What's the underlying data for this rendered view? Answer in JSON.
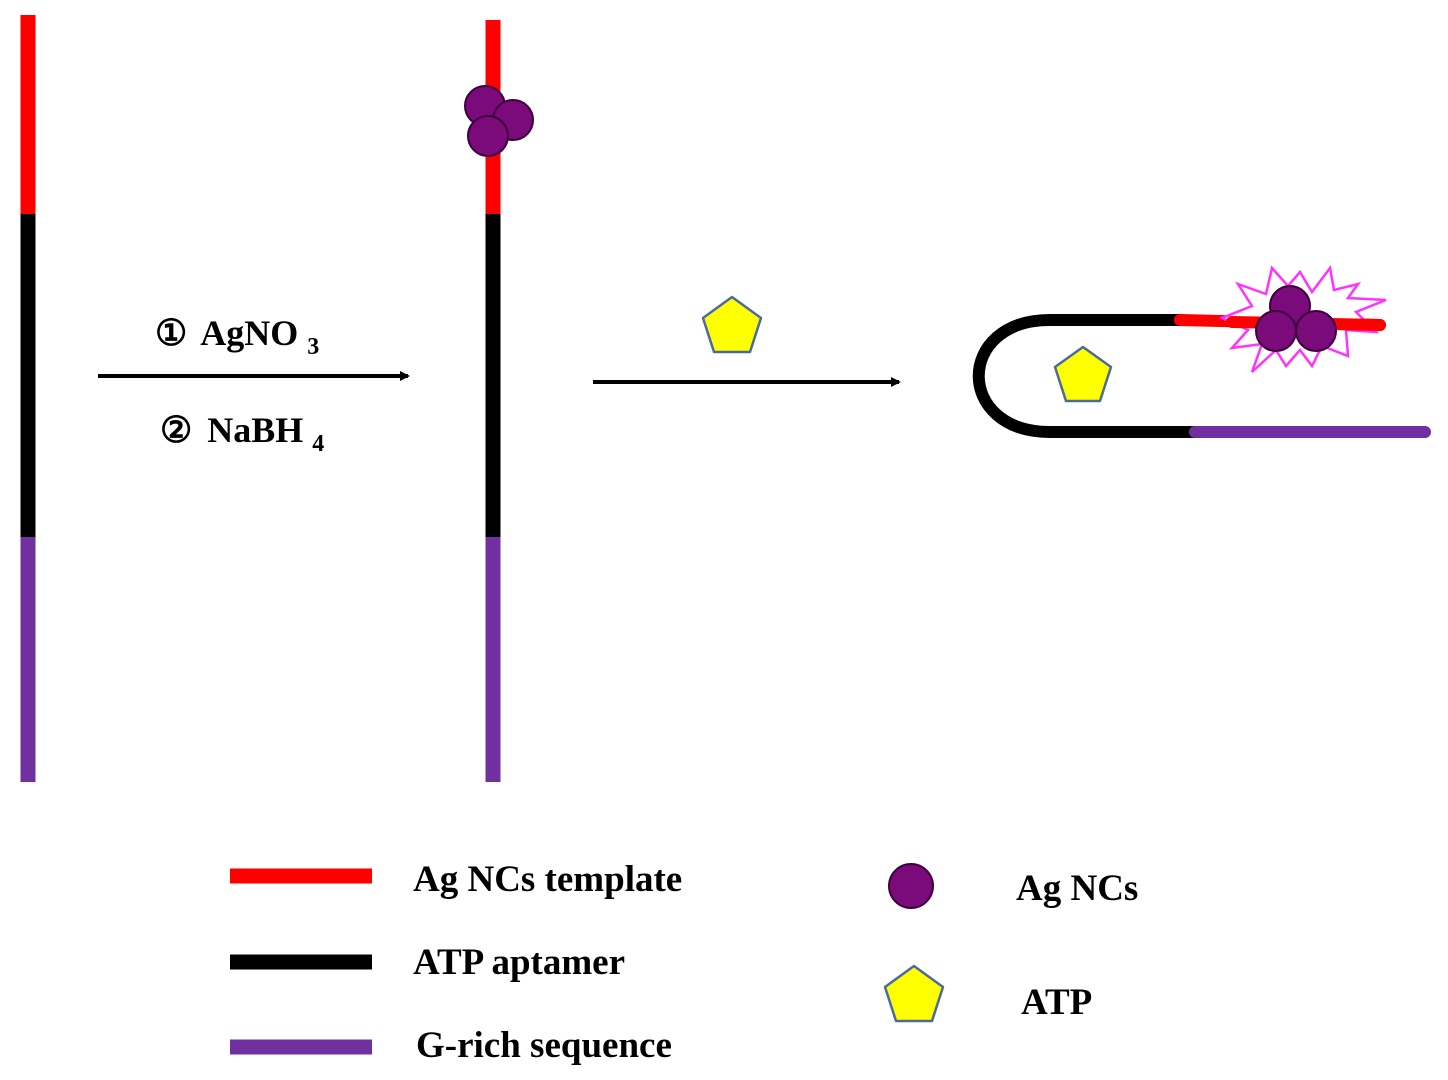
{
  "colors": {
    "template_red": "#ff0000",
    "aptamer_black": "#000000",
    "grich_purple": "#7030a0",
    "agnc_purple": "#7b0a7b",
    "agnc_outline": "#3d003d",
    "atp_yellow": "#ffff00",
    "atp_outline": "#4a6aa0",
    "fluorescence_magenta": "#ff33ff"
  },
  "steps": {
    "step1_marker": "①",
    "step1_reagent": "AgNO",
    "step1_subscript": "3",
    "step2_marker": "②",
    "step2_reagent": "NaBH",
    "step2_subscript": "4"
  },
  "legend": {
    "template": {
      "label": "Ag NCs template",
      "icon": "red-line"
    },
    "aptamer": {
      "label": "ATP aptamer",
      "icon": "black-line"
    },
    "grich": {
      "label": "G-rich sequence",
      "icon": "purple-line"
    },
    "agncs": {
      "label": "Ag NCs",
      "icon": "purple-circle"
    },
    "atp": {
      "label": "ATP",
      "icon": "yellow-pentagon"
    }
  }
}
